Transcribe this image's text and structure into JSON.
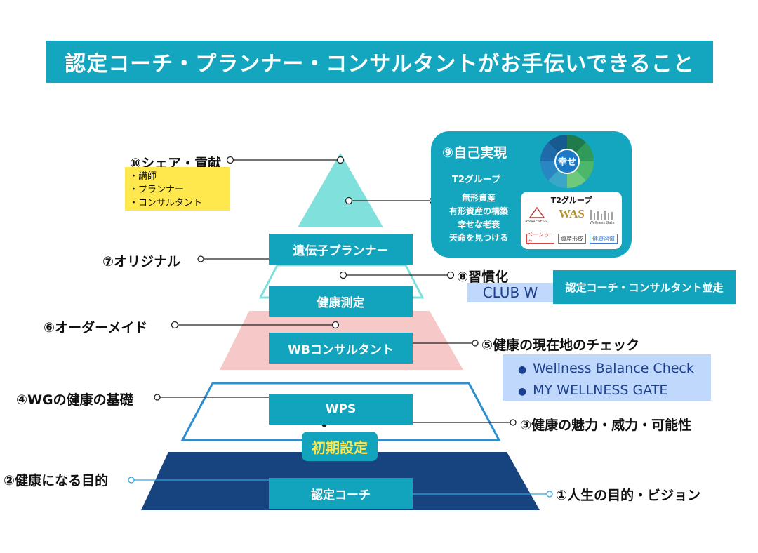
{
  "title": "認定コーチ・プランナー・コンサルタントがお手伝いできること",
  "levels": {
    "l10": {
      "label": "⑩シェア・貢献",
      "items": [
        "・講師",
        "・プランナー",
        "・コンサルタント"
      ]
    },
    "l9": {
      "label": "⑨自己実現",
      "group": "T2グループ",
      "items": [
        "無形資産",
        "有形資産の構築",
        "幸せな老衰",
        "天命を見つける"
      ],
      "wheel_center": "幸せ",
      "panel_title": "T2グループ",
      "logos": [
        "AWARENESS",
        "Wellness Gate"
      ],
      "tags": [
        "ベーシック",
        "資産形成",
        "健康習慣"
      ]
    },
    "l8": {
      "label": "⑧習慣化",
      "club": "CLUB W",
      "note": "認定コーチ・コンサルタント並走"
    },
    "l7": {
      "label": "⑦オリジナル",
      "box": "遺伝子プランナー"
    },
    "l6": {
      "label": "⑥オーダーメイド",
      "box": "健康測定"
    },
    "l5": {
      "label": "⑤健康の現在地のチェック",
      "box": "WBコンサルタント",
      "items": [
        "Wellness Balance Check",
        "MY WELLNESS GATE"
      ]
    },
    "l4": {
      "label": "④WGの健康の基礎",
      "box": "WPS"
    },
    "l3": {
      "label": "③健康の魅力・威力・可能性"
    },
    "initial": {
      "label": "初期設定"
    },
    "l2": {
      "label": "②健康になる目的"
    },
    "l1": {
      "label": "①人生の目的・ビジョン",
      "box": "認定コーチ"
    }
  },
  "colors": {
    "title_bg": "#14a6be",
    "box_bg": "#12a3bd",
    "apex": "#7fe0dc",
    "pink": "#f6c8c8",
    "outline": "#2b8fd0",
    "navy": "#17447f",
    "yellow": "#ffe84d",
    "light_blue": "#bfd8fb"
  }
}
